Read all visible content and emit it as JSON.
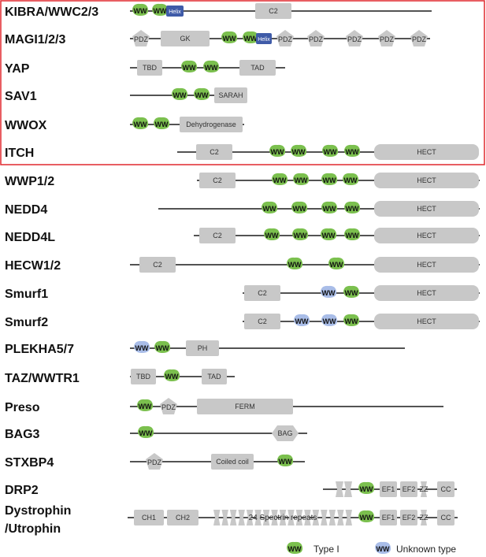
{
  "colors": {
    "ww_type1": "#7bc04e",
    "ww_unknown": "#a9bde8",
    "domain_fill": "#c8c8c8",
    "helix": "#3f5ba8",
    "highlight_box": "#e0282e",
    "line": "#1a1a1a"
  },
  "proteins": [
    {
      "name": "KIBRA/WWC2/3",
      "domains": [
        {
          "type": "ww1"
        },
        {
          "type": "ww1"
        },
        {
          "type": "helix",
          "label": "Helix"
        },
        {
          "type": "rect",
          "label": "C2"
        }
      ]
    },
    {
      "name": "MAGI1/2/3",
      "domains": [
        {
          "type": "pent",
          "label": "PDZ"
        },
        {
          "type": "rect",
          "label": "GK"
        },
        {
          "type": "ww1"
        },
        {
          "type": "ww1"
        },
        {
          "type": "helix",
          "label": "Helix"
        },
        {
          "type": "pent",
          "label": "PDZ"
        },
        {
          "type": "pent",
          "label": "PDZ"
        },
        {
          "type": "pent",
          "label": "PDZ"
        },
        {
          "type": "pent",
          "label": "PDZ"
        },
        {
          "type": "pent",
          "label": "PDZ"
        }
      ]
    },
    {
      "name": "YAP",
      "domains": [
        {
          "type": "rect",
          "label": "TBD"
        },
        {
          "type": "ww1"
        },
        {
          "type": "ww1"
        },
        {
          "type": "rect",
          "label": "TAD"
        }
      ]
    },
    {
      "name": "SAV1",
      "domains": [
        {
          "type": "ww1"
        },
        {
          "type": "ww1"
        },
        {
          "type": "rect",
          "label": "SARAH"
        }
      ]
    },
    {
      "name": "WWOX",
      "domains": [
        {
          "type": "ww1"
        },
        {
          "type": "ww1"
        },
        {
          "type": "rect",
          "label": "Dehydrogenase"
        }
      ]
    },
    {
      "name": "ITCH",
      "domains": [
        {
          "type": "rect",
          "label": "C2"
        },
        {
          "type": "ww1"
        },
        {
          "type": "ww1"
        },
        {
          "type": "ww1"
        },
        {
          "type": "ww1"
        },
        {
          "type": "pill",
          "label": "HECT"
        }
      ]
    },
    {
      "name": "WWP1/2",
      "domains": [
        {
          "type": "rect",
          "label": "C2"
        },
        {
          "type": "ww1"
        },
        {
          "type": "ww1"
        },
        {
          "type": "ww1"
        },
        {
          "type": "ww1"
        },
        {
          "type": "pill",
          "label": "HECT"
        }
      ]
    },
    {
      "name": "NEDD4",
      "domains": [
        {
          "type": "ww1"
        },
        {
          "type": "ww1"
        },
        {
          "type": "ww1"
        },
        {
          "type": "ww1"
        },
        {
          "type": "pill",
          "label": "HECT"
        }
      ]
    },
    {
      "name": "NEDD4L",
      "domains": [
        {
          "type": "rect",
          "label": "C2"
        },
        {
          "type": "ww1"
        },
        {
          "type": "ww1"
        },
        {
          "type": "ww1"
        },
        {
          "type": "ww1"
        },
        {
          "type": "pill",
          "label": "HECT"
        }
      ]
    },
    {
      "name": "HECW1/2",
      "domains": [
        {
          "type": "rect",
          "label": "C2"
        },
        {
          "type": "ww1"
        },
        {
          "type": "ww1"
        },
        {
          "type": "pill",
          "label": "HECT"
        }
      ]
    },
    {
      "name": "Smurf1",
      "domains": [
        {
          "type": "rect",
          "label": "C2"
        },
        {
          "type": "wwu"
        },
        {
          "type": "ww1"
        },
        {
          "type": "pill",
          "label": "HECT"
        }
      ]
    },
    {
      "name": "Smurf2",
      "domains": [
        {
          "type": "rect",
          "label": "C2"
        },
        {
          "type": "wwu"
        },
        {
          "type": "wwu"
        },
        {
          "type": "ww1"
        },
        {
          "type": "pill",
          "label": "HECT"
        }
      ]
    },
    {
      "name": "PLEKHA5/7",
      "domains": [
        {
          "type": "wwu"
        },
        {
          "type": "ww1"
        },
        {
          "type": "rect",
          "label": "PH"
        }
      ]
    },
    {
      "name": "TAZ/WWTR1",
      "domains": [
        {
          "type": "rect",
          "label": "TBD"
        },
        {
          "type": "ww1"
        },
        {
          "type": "rect",
          "label": "TAD"
        }
      ]
    },
    {
      "name": "Preso",
      "domains": [
        {
          "type": "ww1"
        },
        {
          "type": "pent",
          "label": "PDZ"
        },
        {
          "type": "rect",
          "label": "FERM"
        }
      ]
    },
    {
      "name": "BAG3",
      "domains": [
        {
          "type": "ww1"
        },
        {
          "type": "hex",
          "label": "BAG"
        }
      ]
    },
    {
      "name": "STXBP4",
      "domains": [
        {
          "type": "pent",
          "label": "PDZ"
        },
        {
          "type": "rect",
          "label": "Coiled coil"
        },
        {
          "type": "ww1"
        }
      ]
    },
    {
      "name": "DRP2",
      "domains": [
        {
          "type": "spec"
        },
        {
          "type": "spec"
        },
        {
          "type": "ww1"
        },
        {
          "type": "rect",
          "label": "EF1"
        },
        {
          "type": "rect",
          "label": "EF2"
        },
        {
          "type": "zz",
          "label": "ZZ"
        },
        {
          "type": "rect",
          "label": "CC"
        }
      ]
    },
    {
      "name": "Dystrophin\n/Utrophin",
      "domains": [
        {
          "type": "rect",
          "label": "CH1"
        },
        {
          "type": "rect",
          "label": "CH2"
        },
        {
          "type": "spectrin",
          "label": "24 Spectrin repeats"
        },
        {
          "type": "ww1"
        },
        {
          "type": "rect",
          "label": "EF1"
        },
        {
          "type": "rect",
          "label": "EF2"
        },
        {
          "type": "zz",
          "label": "ZZ"
        },
        {
          "type": "rect",
          "label": "CC"
        }
      ]
    }
  ],
  "ww_label": "WW",
  "legend": {
    "type1": "Type I",
    "unknown": "Unknown type"
  }
}
